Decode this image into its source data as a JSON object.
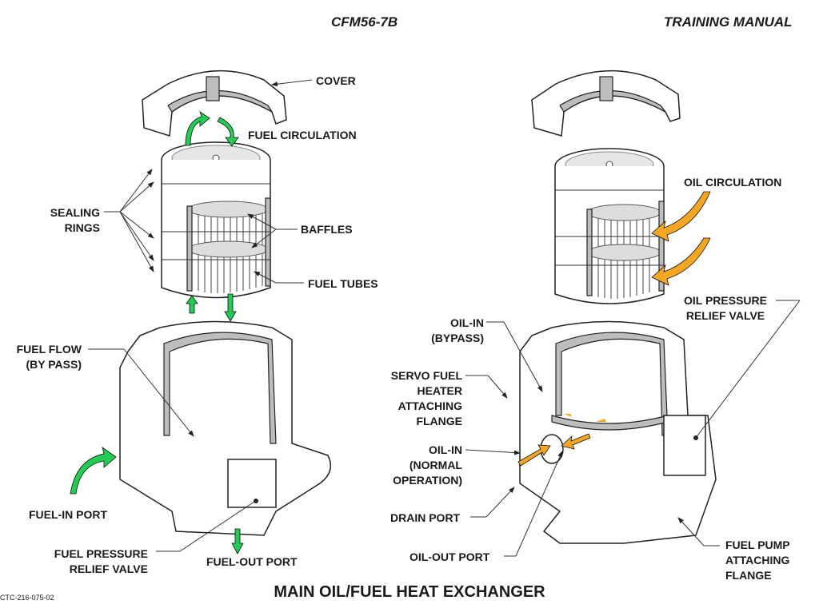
{
  "header": {
    "engine_model": "CFM56-7B",
    "manual_type": "TRAINING  MANUAL"
  },
  "figure": {
    "title": "MAIN OIL/FUEL HEAT EXCHANGER",
    "code": "CTC-216-075-02"
  },
  "colors": {
    "fuel_flow_arrow": "#22cc55",
    "oil_flow_arrow": "#f5a623",
    "cutaway_fill": "#bdbdbd",
    "line": "#222222"
  },
  "left_view": {
    "name": "fuel path",
    "labels": {
      "cover": "COVER",
      "fuel_circulation": "FUEL CIRCULATION",
      "sealing_rings": "SEALING\nRINGS",
      "baffles": "BAFFLES",
      "fuel_tubes": "FUEL TUBES",
      "fuel_flow_bypass": "FUEL FLOW\n(BY PASS)",
      "fuel_in_port": "FUEL-IN PORT",
      "fuel_pressure_relief_valve": "FUEL PRESSURE\nRELIEF VALVE",
      "fuel_out_port": "FUEL-OUT PORT"
    }
  },
  "right_view": {
    "name": "oil path",
    "labels": {
      "oil_circulation": "OIL CIRCULATION",
      "oil_pressure_relief_valve": "OIL PRESSURE\nRELIEF VALVE",
      "oil_in_bypass": "OIL-IN\n(BYPASS)",
      "servo_fuel_heater_flange": "SERVO FUEL\nHEATER\nATTACHING\nFLANGE",
      "oil_in_normal": "OIL-IN\n(NORMAL\nOPERATION)",
      "drain_port": "DRAIN PORT",
      "oil_out_port": "OIL-OUT PORT",
      "fuel_pump_flange": "FUEL PUMP\nATTACHING\nFLANGE"
    }
  }
}
